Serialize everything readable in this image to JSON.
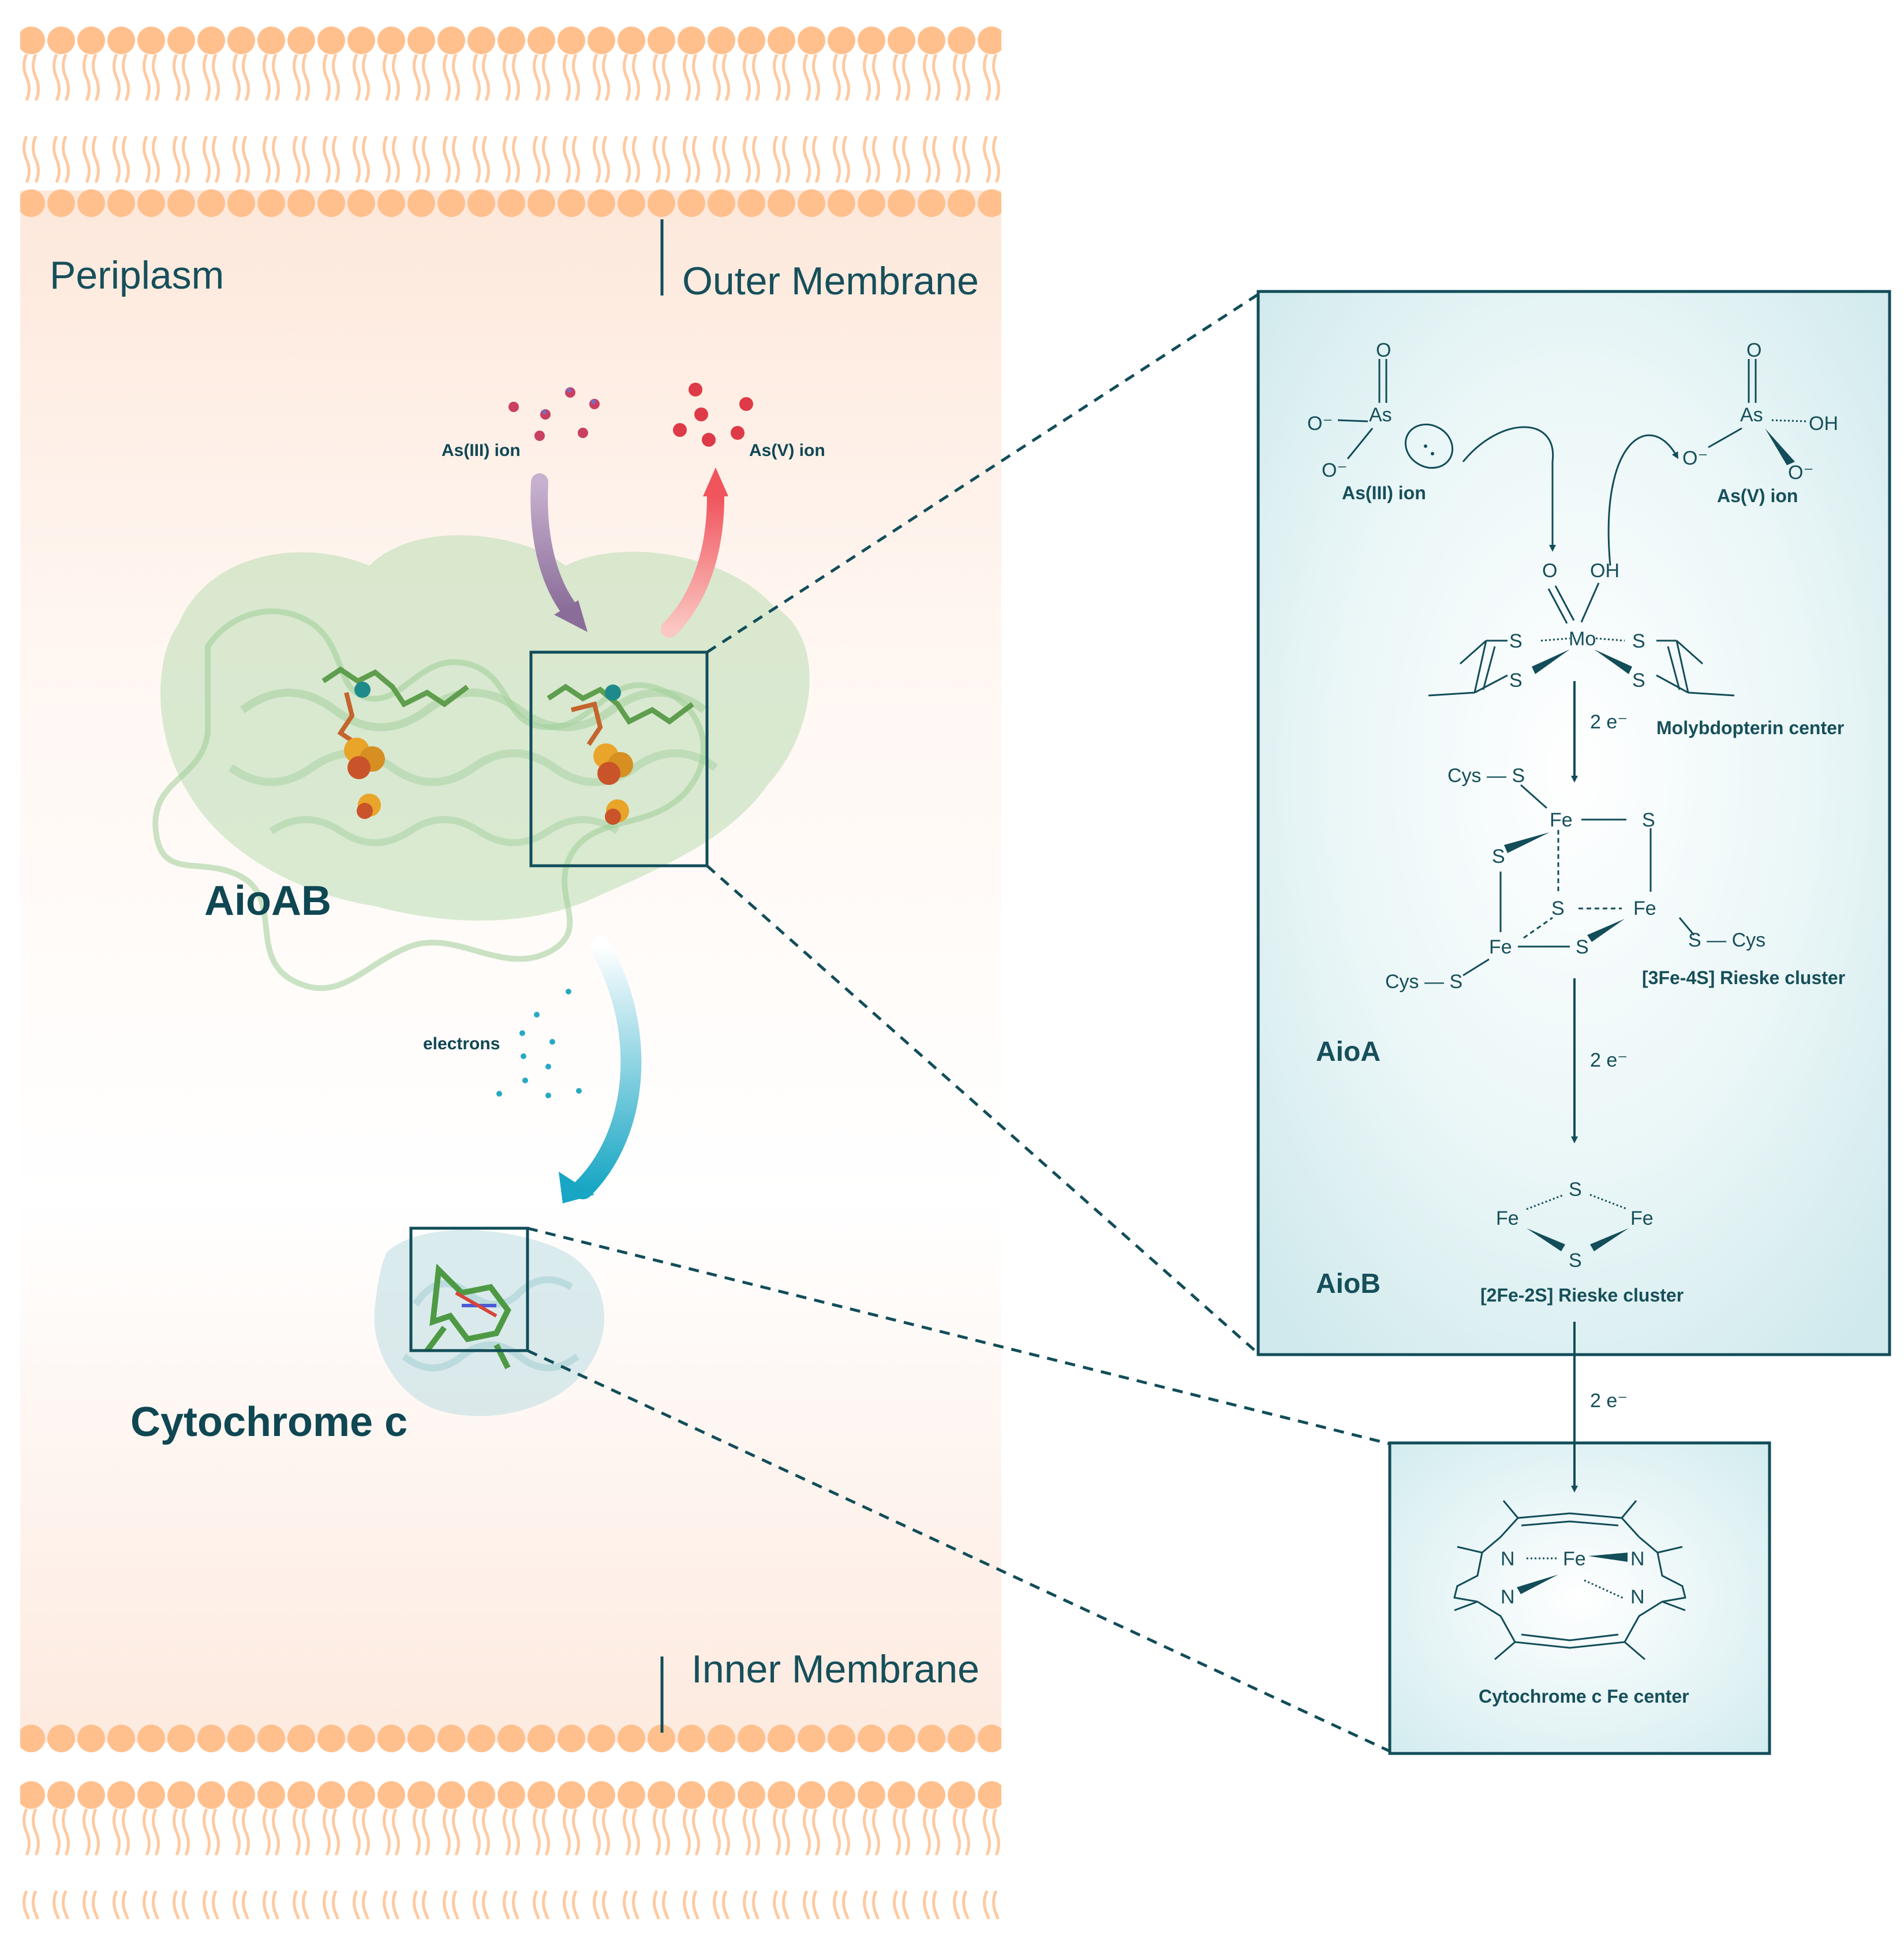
{
  "compartments": {
    "periplasm": "Periplasm",
    "outer_membrane": "Outer Membrane",
    "inner_membrane": "Inner Membrane"
  },
  "proteins": {
    "aioab": "AioAB",
    "cytochrome": "Cytochrome c"
  },
  "ions": {
    "as3": "As(III) ion",
    "as5": "As(V) ion",
    "electrons": "electrons"
  },
  "panel": {
    "as3_label": "As(III) ion",
    "as5_label": "As(V) ion",
    "mo_center": "Molybdopterin center",
    "fe4s_label": "[3Fe-4S] Rieske cluster",
    "fe2s_label": "[2Fe-2S] Rieske cluster",
    "aioa": "AioA",
    "aiob": "AioB",
    "heme_label": "Cytochrome c Fe center",
    "transfer_1": "2 e⁻",
    "transfer_2": "2 e⁻",
    "transfer_3": "2 e⁻"
  },
  "atoms": {
    "O": "O",
    "OH": "OH",
    "O_minus": "O⁻",
    "As": "As",
    "Mo": "Mo",
    "S": "S",
    "Fe": "Fe",
    "N": "N",
    "cys_s": "Cys — S",
    "s_cys": "S — Cys"
  },
  "colors": {
    "teal": "#124d59",
    "membrane_head": "#ffc08e",
    "membrane_tail": "#ffc9a0",
    "periplasm_tint": "#fdeee4",
    "panel_bg": "#dcf0f2",
    "as3_arrow": "#a58cb2",
    "as5_arrow": "#f2777b",
    "electron_arrow": "#2eaec8",
    "protein_green": "#a9d3a3",
    "cytochrome_blue": "#bcdde2"
  }
}
